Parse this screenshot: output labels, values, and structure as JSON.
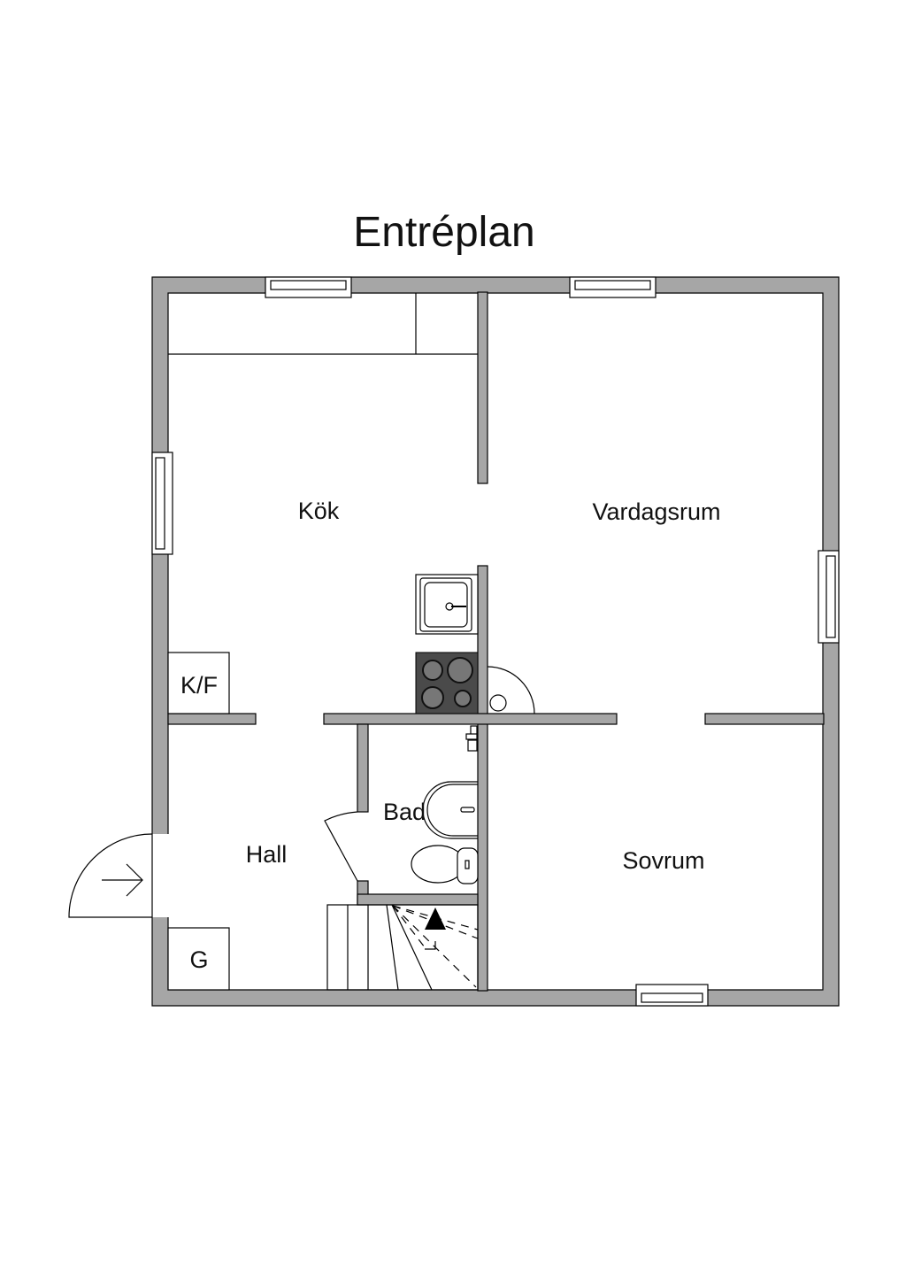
{
  "title": "Entréplan",
  "rooms": {
    "kitchen": "Kök",
    "living_room": "Vardagsrum",
    "bathroom": "Bad",
    "hall": "Hall",
    "bedroom": "Sovrum"
  },
  "fixtures": {
    "fridge_freezer": "K/F",
    "wardrobe": "G"
  },
  "colors": {
    "wall": "#a6a6a6",
    "stove": "#4a4a4a"
  }
}
